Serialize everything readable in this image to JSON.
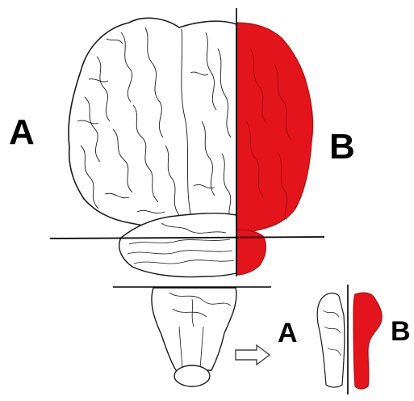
{
  "labels": {
    "a_main": "A",
    "b_main": "B",
    "a_inset": "A",
    "b_inset": "B"
  },
  "colors": {
    "highlight": "#e3141b",
    "outline": "#1a1a1a",
    "background": "#ffffff"
  },
  "icons": {
    "pointer": "outline-right-arrow"
  }
}
